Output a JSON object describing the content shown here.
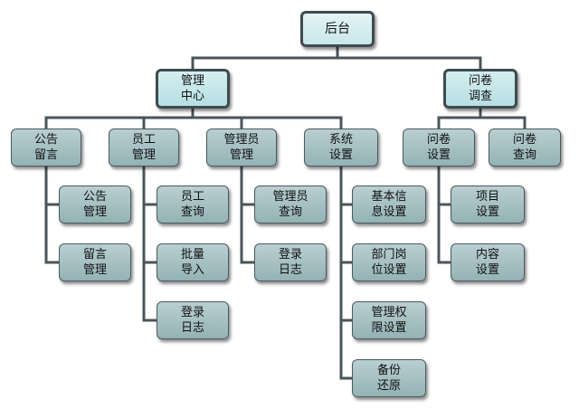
{
  "root": {
    "label": "后台"
  },
  "groups": [
    {
      "label": "管理\n中心",
      "children": [
        {
          "label": "公告\n留言",
          "children": [
            {
              "label": "公告\n管理"
            },
            {
              "label": "留言\n管理"
            }
          ]
        },
        {
          "label": "员工\n管理",
          "children": [
            {
              "label": "员工\n查询"
            },
            {
              "label": "批量\n导入"
            },
            {
              "label": "登录\n日志"
            }
          ]
        },
        {
          "label": "管理员\n管理",
          "children": [
            {
              "label": "管理员\n查询"
            },
            {
              "label": "登录\n日志"
            }
          ]
        },
        {
          "label": "系统\n设置",
          "children": [
            {
              "label": "基本信\n息设置"
            },
            {
              "label": "部门岗\n位设置"
            },
            {
              "label": "管理权\n限设置"
            },
            {
              "label": "备份\n还原"
            }
          ]
        }
      ]
    },
    {
      "label": "问卷\n调查",
      "children": [
        {
          "label": "问卷\n设置",
          "children": [
            {
              "label": "项目\n设置"
            },
            {
              "label": "内容\n设置"
            }
          ]
        },
        {
          "label": "问卷\n查询",
          "children": []
        }
      ]
    }
  ]
}
